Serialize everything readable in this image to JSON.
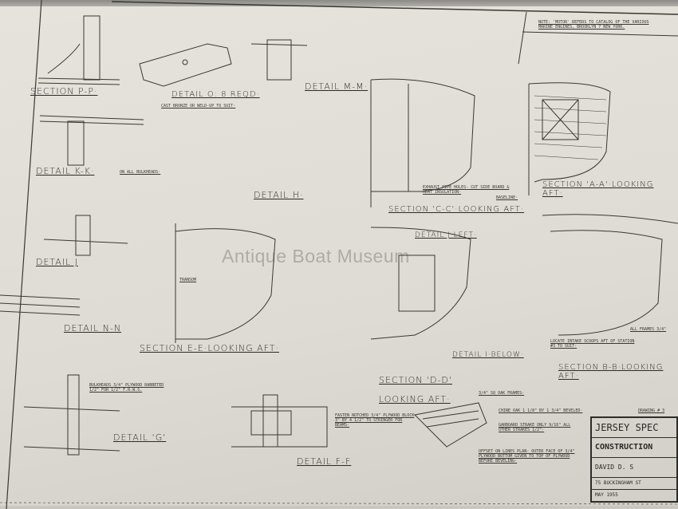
{
  "drawing": {
    "sections": [
      "SECTION P-P·",
      "DETAIL O: 8 REQD·",
      "DETAIL M-M·",
      "DETAIL K-K·",
      "DETAIL H·",
      "SECTION 'C-C'·LOOKING AFT·",
      "SECTION 'A-A'·LOOKING AFT·",
      "DETAIL J",
      "DETAIL N-N",
      "SECTION E-E·LOOKING AFT·",
      "DETAIL J·LEFT·",
      "SECTION 'D-D'",
      "LOOKING AFT·",
      "DETAIL I·BELOW·",
      "SECTION B-B·LOOKING AFT·",
      "DETAIL 'G'",
      "DETAIL F-F"
    ],
    "notes": {
      "cast_bronze": "CAST BRONZE OR WELD-UP TO SUIT·",
      "all_bulkheads": "ON ALL BULKHEADS·",
      "notes_header": "NOTE: 'MOTOR' REFERS TO CATALOG OF THE VARIOUS MARINE ENGINES, BROOKLYN 7 NEW YORK.",
      "section_cc_note": "EXHAUST PIPE HOLES- CUT SIDE BOARD & HEAT INSULATION·",
      "baseline": "BASELINE·",
      "frames": "3/4\" SQ OAK FRAMES·",
      "chine": "CHINE OAK 1 1/8\" BY 1 3/4\" BEVELED·",
      "garboard": "GARBOARD STRAKE ONLY 9/16\" ALL OTHER STRAKES 1/2\"·",
      "offset": "OFFSET ON LINES PLAN- OUTER FACE OF 3/4\" PLYWOOD BOTTOM GIVEN TO TOP OF PLYWOOD BEFORE BEVELING·",
      "transom": "TRANSOM",
      "bulkheads_g": "BULKHEADS 3/4\" PLYWOOD RABBETED 1/2\" FOR 1/2\" F.R.W.S.",
      "fasten": "FASTEN NOTCHED 3/4\" PLYWOOD BLOCK 3\" BY 4 1/2\" TO STRINGER FOR BEAMS·",
      "all_frames": "ALL FRAMES 3/4\"",
      "locate_intake": "LOCATE INTAKE SCOOPS AFT OF STATION #3 TO SUIT·"
    },
    "title_block": {
      "drawing_no": "DRAWING # 3",
      "title": "JERSEY SPEC",
      "subtitle": "CONSTRUCTION",
      "designer": "DAVID D. S",
      "address": "75 BUCKINGHAM ST",
      "date": "MAY 1955"
    },
    "watermark": "Antique Boat Museum"
  }
}
